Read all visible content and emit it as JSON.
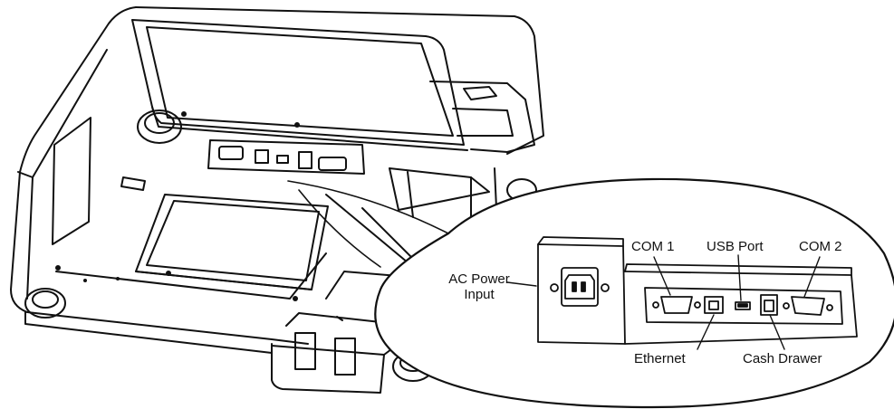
{
  "labels": {
    "ac_power_line1": "AC Power",
    "ac_power_line2": "Input",
    "com1": "COM 1",
    "usb_port": "USB Port",
    "com2": "COM 2",
    "ethernet": "Ethernet",
    "cash_drawer": "Cash Drawer"
  }
}
